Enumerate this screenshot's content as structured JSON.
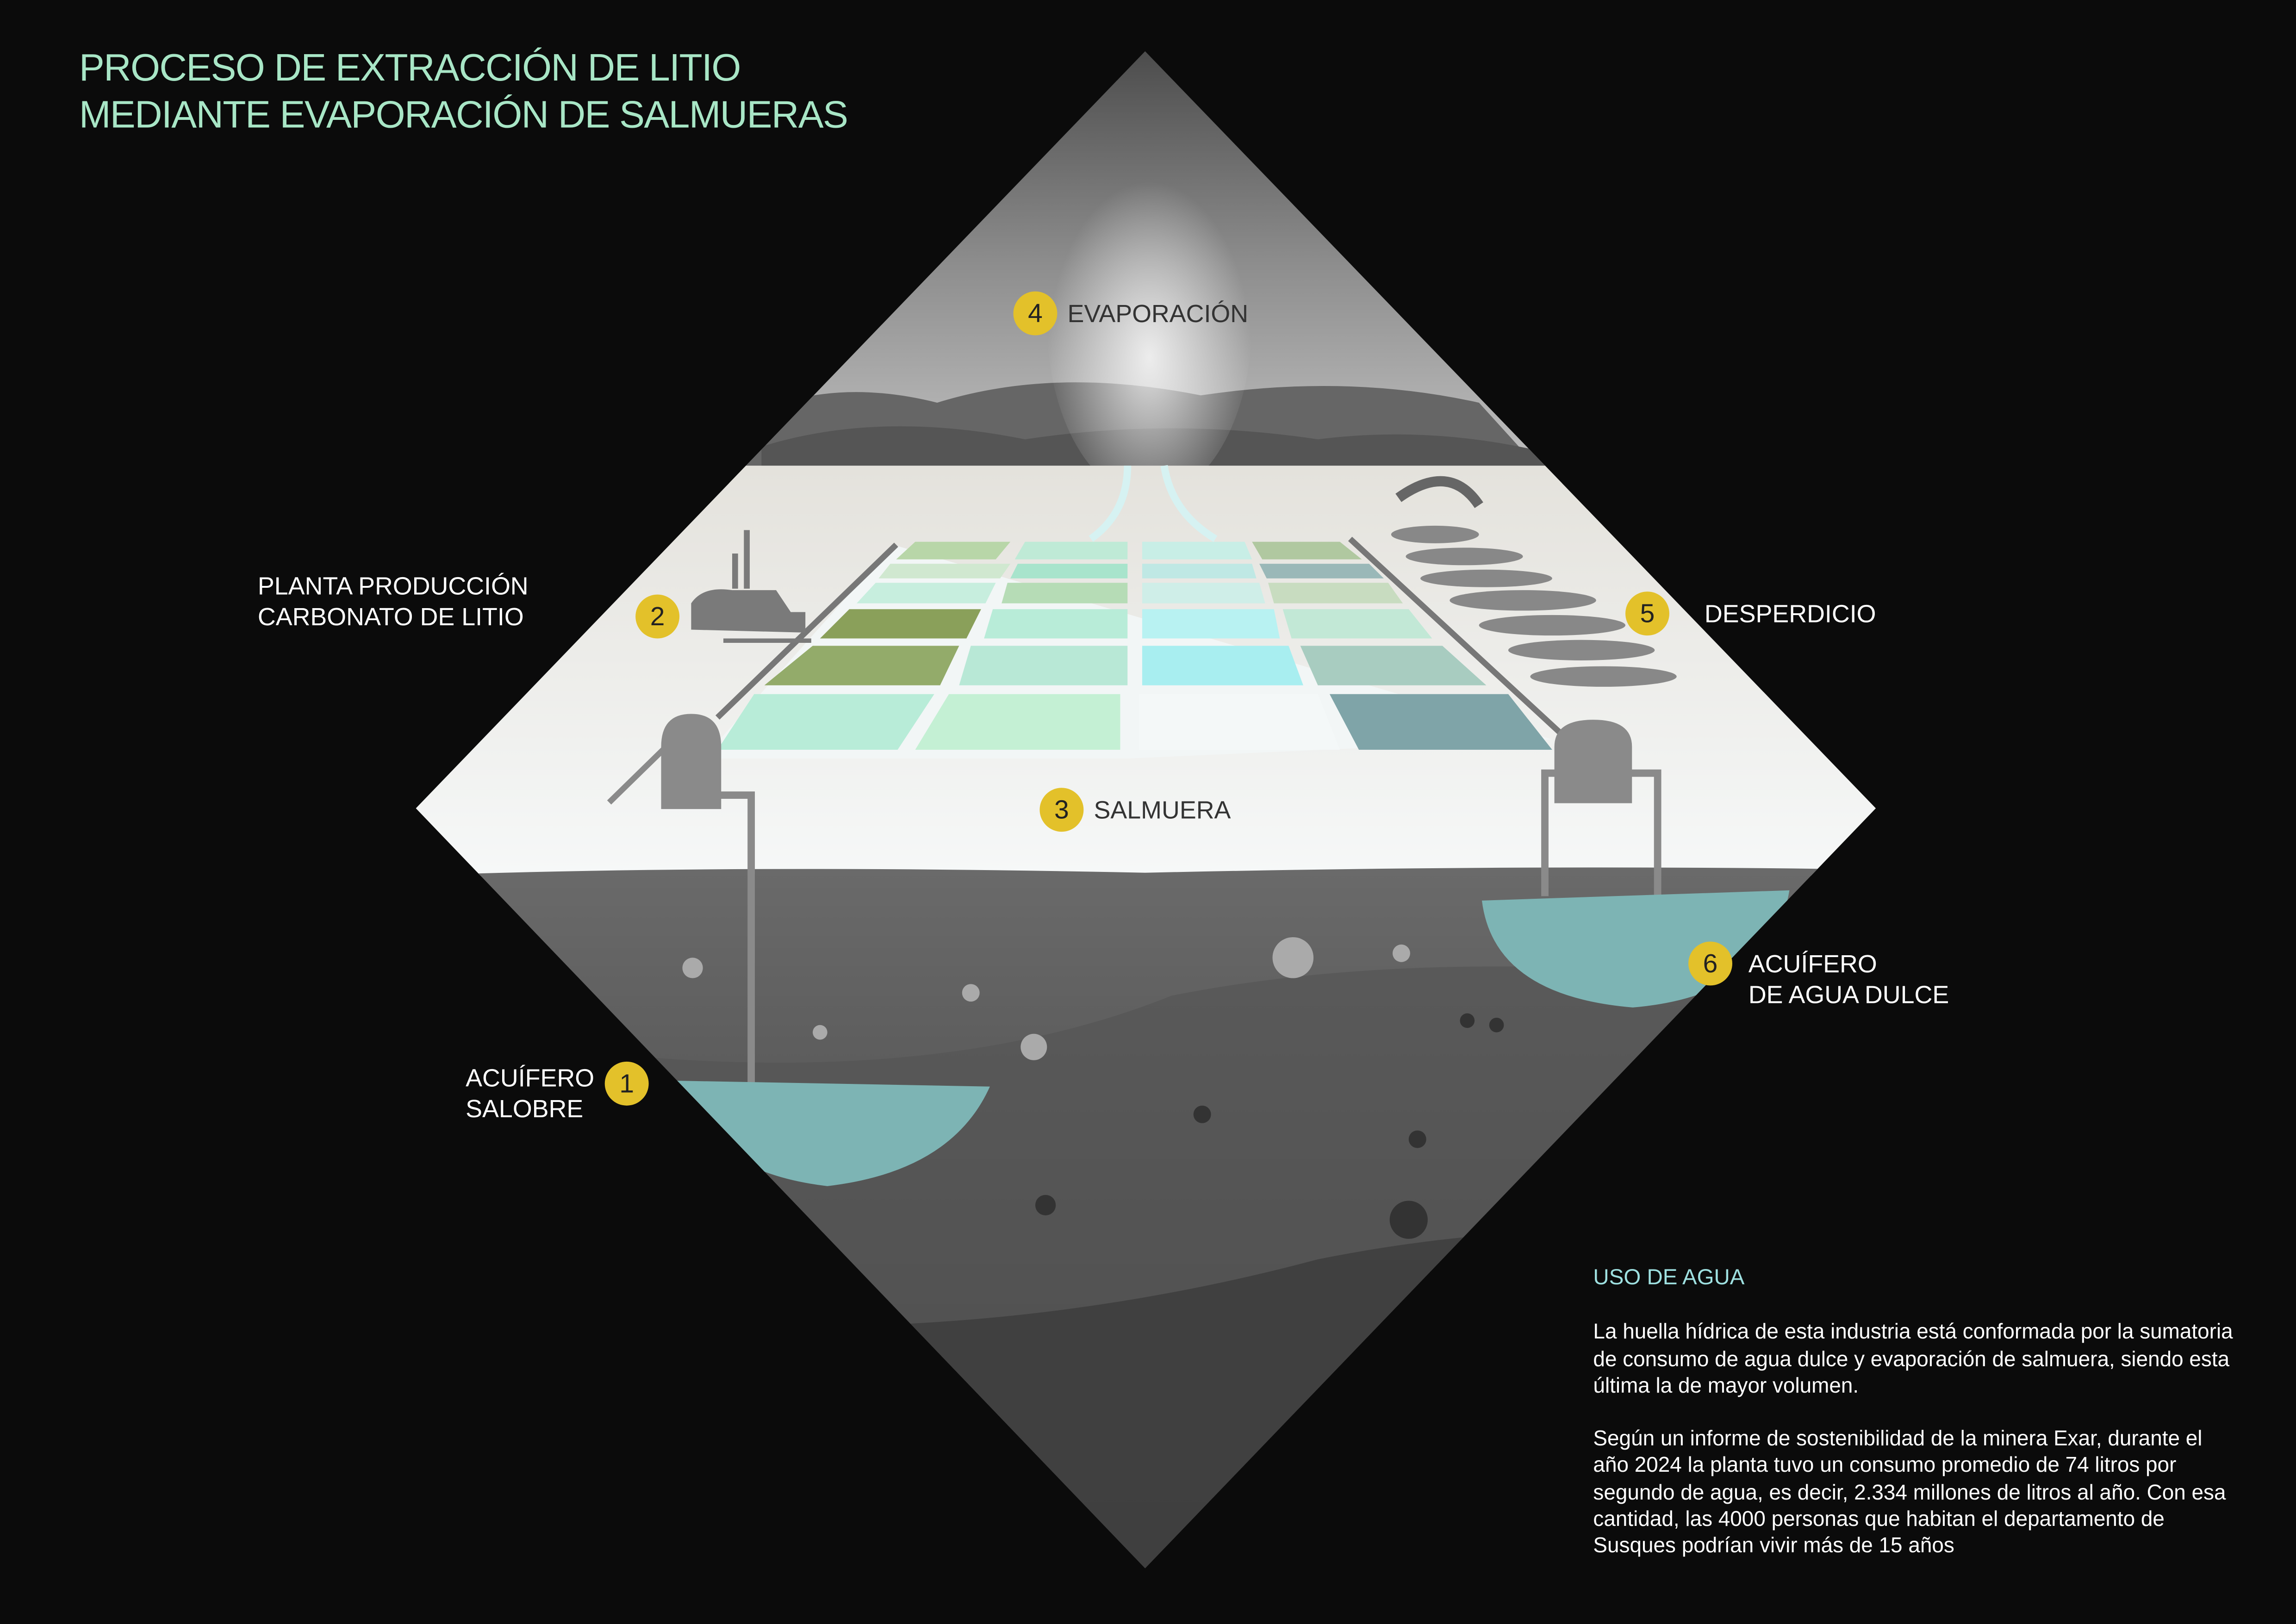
{
  "title": {
    "line1": "PROCESO DE EXTRACCIÓN DE LITIO",
    "line2": "MEDIANTE EVAPORACIÓN DE SALMUERAS"
  },
  "steps": [
    {
      "number": "1",
      "label_lines": [
        "ACUÍFERO",
        "SALOBRE"
      ]
    },
    {
      "number": "2",
      "label_lines": [
        "PLANTA PRODUCCIÓN",
        "CARBONATO DE LITIO"
      ]
    },
    {
      "number": "3",
      "label_lines": [
        "SALMUERA"
      ]
    },
    {
      "number": "4",
      "label_lines": [
        "EVAPORACIÓN"
      ]
    },
    {
      "number": "5",
      "label_lines": [
        "DESPERDICIO"
      ]
    },
    {
      "number": "6",
      "label_lines": [
        "ACUÍFERO",
        "DE AGUA DULCE"
      ]
    }
  ],
  "info": {
    "heading": "USO DE AGUA",
    "paragraph1": "La huella hídrica de esta industria está conformada por la sumatoria de consumo de agua dulce y evaporación de salmuera, siendo esta última la de mayor volumen.",
    "paragraph2": "Según un informe de sostenibilidad de la minera Exar, durante el año 2024 la planta tuvo un consumo promedio de 74 litros por segundo de agua, es decir, 2.334 millones de litros al año. Con esa cantidad, las 4000 personas que habitan el departamento de Susques podrían vivir más de 15 años"
  },
  "colors": {
    "background": "#0b0b0b",
    "title": "#a8e6c6",
    "badge": "#e3c12a",
    "heading": "#9ee0e0"
  }
}
